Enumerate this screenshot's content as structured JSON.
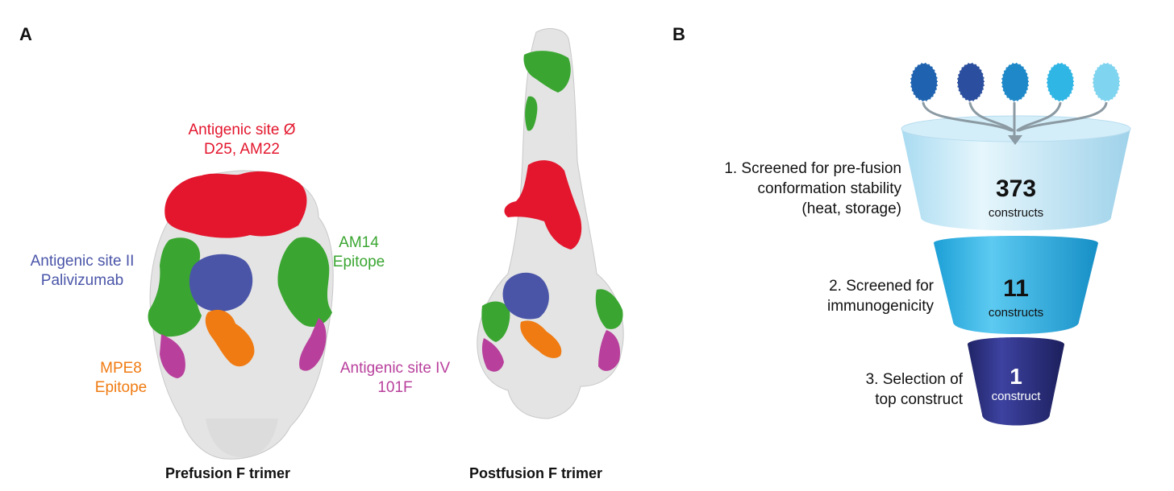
{
  "panel_a": {
    "letter": "A",
    "labels": {
      "site0_line1": "Antigenic site Ø",
      "site0_line2": "D25, AM22",
      "site2_line1": "Antigenic site II",
      "site2_line2": "Palivizumab",
      "am14_line1": "AM14",
      "am14_line2": "Epitope",
      "mpe8_line1": "MPE8",
      "mpe8_line2": "Epitope",
      "site4_line1": "Antigenic site IV",
      "site4_line2": "101F"
    },
    "captions": {
      "prefusion": "Prefusion F trimer",
      "postfusion": "Postfusion F trimer"
    },
    "colors": {
      "site0": "#e3162d",
      "site2": "#4a55a8",
      "am14": "#3aa631",
      "mpe8": "#f07b12",
      "site4": "#b8409c",
      "surface": "#e4e4e4"
    }
  },
  "panel_b": {
    "letter": "B",
    "steps": [
      {
        "lines": [
          "1. Screened for pre-fusion",
          "conformation stability",
          "(heat, storage)"
        ],
        "count": "373",
        "unit": "constructs",
        "color": "#bfe6f6"
      },
      {
        "lines": [
          "2. Screened for",
          "immunogenicity"
        ],
        "count": "11",
        "unit": "constructs",
        "color": "#2fb3e6"
      },
      {
        "lines": [
          "3. Selection of",
          "top construct"
        ],
        "count": "1",
        "unit": "construct",
        "color": "#2c2f7e"
      }
    ],
    "molecule_colors": [
      "#1f63b0",
      "#2b4f9e",
      "#1e88c8",
      "#30b6e4",
      "#7fd4ef"
    ]
  }
}
